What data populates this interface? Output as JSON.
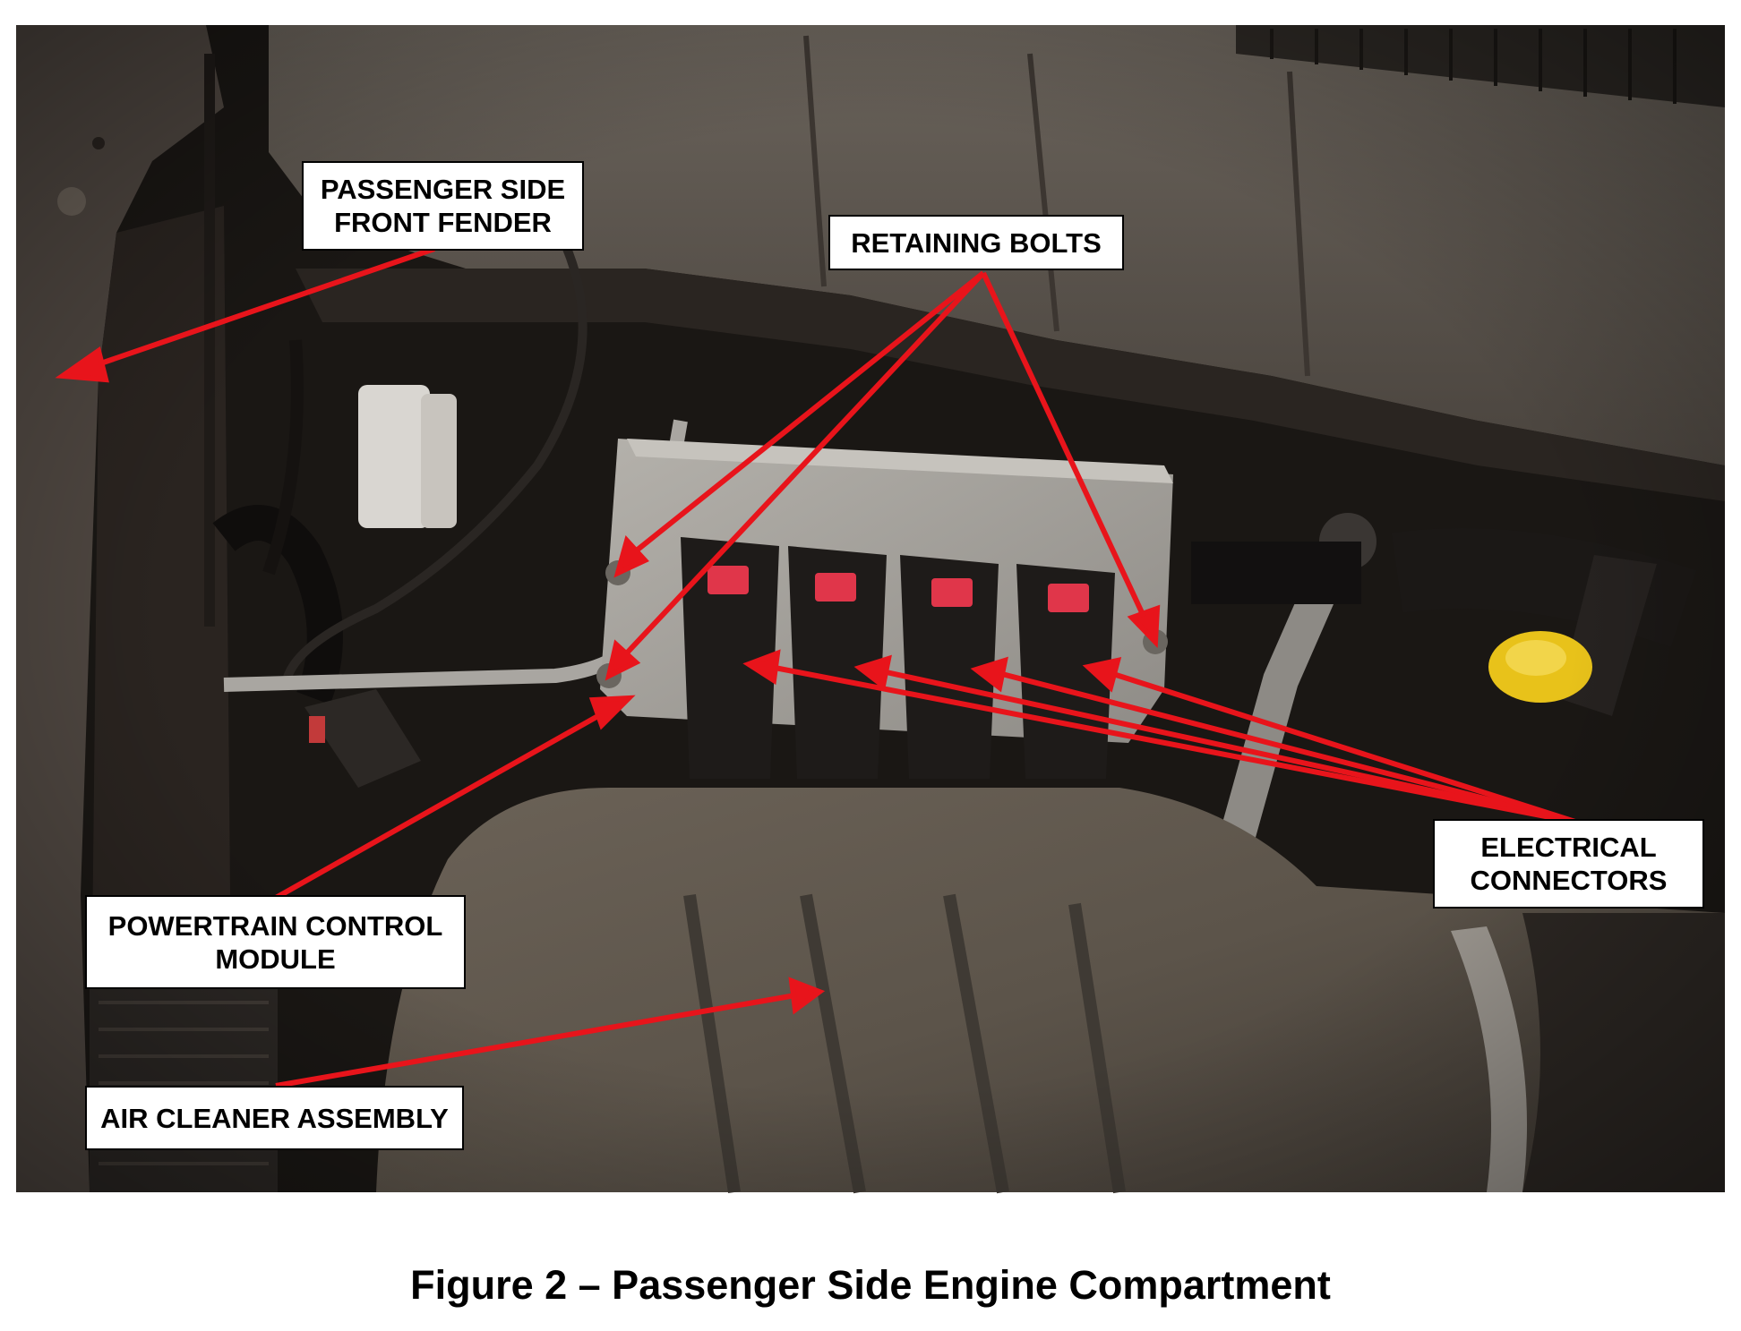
{
  "labels": {
    "fender": [
      "PASSENGER SIDE",
      "FRONT FENDER"
    ],
    "bolts": [
      "RETAINING BOLTS"
    ],
    "connectors": [
      "ELECTRICAL",
      "CONNECTORS"
    ],
    "pcm": [
      "POWERTRAIN CONTROL",
      "MODULE"
    ],
    "air_cleaner": [
      "AIR CLEANER ASSEMBLY"
    ]
  },
  "caption": "Figure 2 – Passenger Side Engine Compartment",
  "colors": {
    "arrow": "#e8141b",
    "connector_latch": "#e0364a",
    "oil_cap": "#e8c21a",
    "shadow": "#141210",
    "plastic": "#56504a"
  }
}
